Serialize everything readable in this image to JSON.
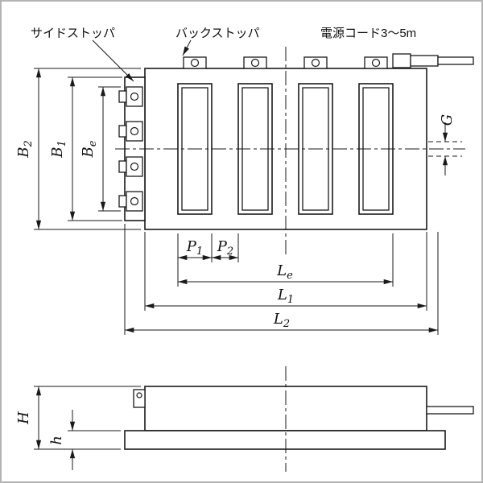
{
  "annotations": {
    "side_stopper": "サイドストッパ",
    "back_stopper": "バックストッパ",
    "power_cord": "電源コード3〜5m"
  },
  "dims": {
    "B2": {
      "base": "B",
      "sub": "2"
    },
    "B1": {
      "base": "B",
      "sub": "1"
    },
    "Be": {
      "base": "B",
      "sub": "e"
    },
    "G": {
      "base": "G",
      "sub": ""
    },
    "P1": {
      "base": "P",
      "sub": "1"
    },
    "P2": {
      "base": "P",
      "sub": "2"
    },
    "Le": {
      "base": "L",
      "sub": "e"
    },
    "L1": {
      "base": "L",
      "sub": "1"
    },
    "L2": {
      "base": "L",
      "sub": "2"
    },
    "H": {
      "base": "H",
      "sub": ""
    },
    "h": {
      "base": "h",
      "sub": ""
    }
  },
  "colors": {
    "line": "#1a1a1a",
    "frame": "#b3b3b3",
    "background": "#ffffff"
  }
}
